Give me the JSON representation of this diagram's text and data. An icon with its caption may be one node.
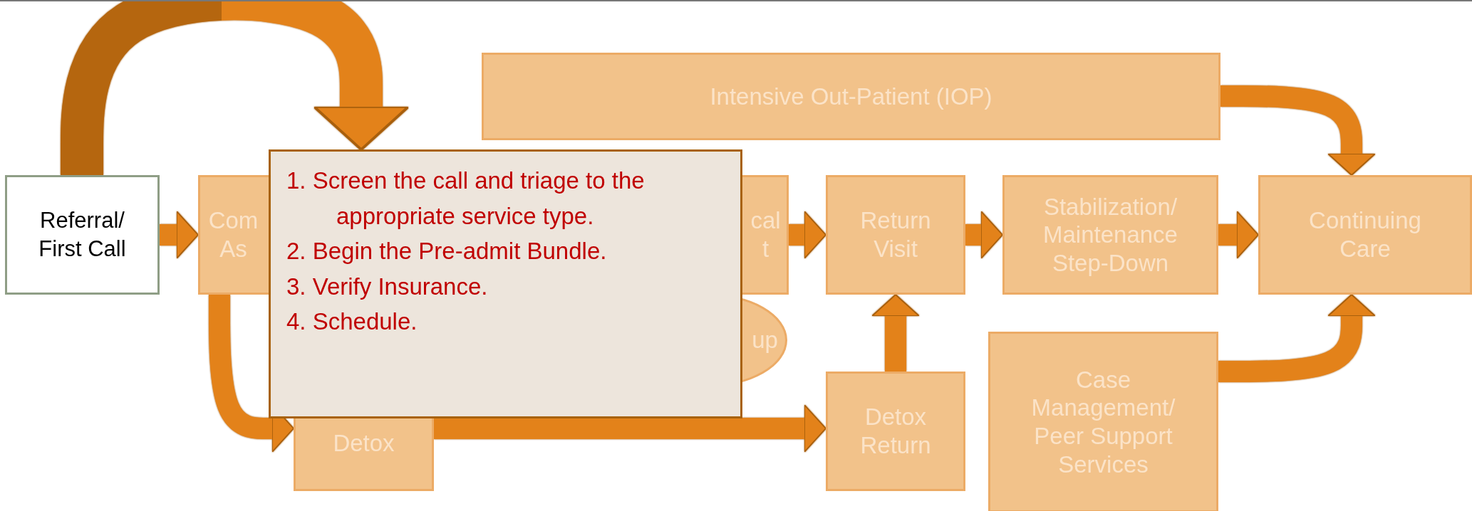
{
  "diagram": {
    "nodes": [
      {
        "text": [
          "Referral/ First Call"
        ]
      },
      {
        "text": [
          "Com As"
        ]
      },
      {
        "text": [
          "Detox"
        ]
      },
      {
        "text": [
          "Intensive Out-Patient (IOP)"
        ]
      },
      {
        "text": [
          "cal t"
        ]
      },
      {
        "text": [
          "up"
        ]
      },
      {
        "text": [
          "Return Visit"
        ]
      },
      {
        "text": [
          "Detox Return"
        ]
      },
      {
        "text": [
          "Stabilization/ Maintenance Step-Down"
        ]
      },
      {
        "text": [
          "Case Management/ Peer Support Services"
        ]
      },
      {
        "text": [
          "Continuing Care"
        ]
      },
      {
        "text": [
          "1. Screen the call and triage to the appropriate service type.",
          "2. Begin the Pre-admit Bundle.",
          "3. Verify Insurance.",
          "4. Schedule."
        ]
      }
    ],
    "edges": [
      {
        "from": 0,
        "to": 1,
        "arrow": "to"
      },
      {
        "from": 1,
        "to": 2,
        "arrow": "to"
      },
      {
        "from": 2,
        "to": 7,
        "arrow": "to"
      },
      {
        "from": 4,
        "to": 6,
        "arrow": "to"
      },
      {
        "from": 7,
        "to": 6,
        "arrow": "to"
      },
      {
        "from": 6,
        "to": 8,
        "arrow": "to"
      },
      {
        "from": 8,
        "to": 10,
        "arrow": "to"
      },
      {
        "from": 3,
        "to": 10,
        "arrow": "to"
      },
      {
        "from": 9,
        "to": 10,
        "arrow": "to"
      },
      {
        "from": 0,
        "to": 11,
        "arrow": "to",
        "style": "thick"
      }
    ]
  }
}
